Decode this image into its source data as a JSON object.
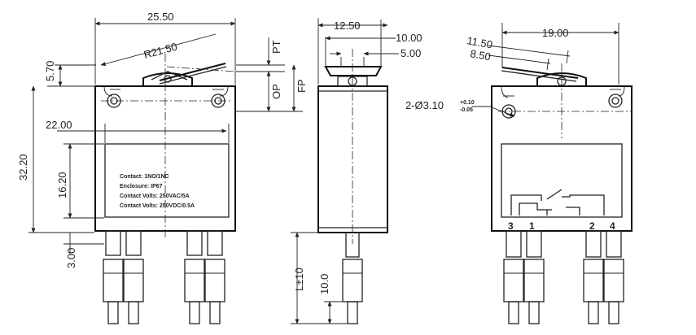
{
  "front_view": {
    "width_dim": "25.50",
    "radius_dim": "R21.50",
    "height_5_70": "5.70",
    "height_32_20": "32.20",
    "width_22_00": "22.00",
    "height_16_20": "16.20",
    "height_3_00": "3.00",
    "label_pt": "PT",
    "label_op": "OP",
    "label_fp": "FP",
    "label_text": [
      "Contact: 1NO/1NC",
      "Enclosure: IP67",
      "Contact Volts: 250VAC/5A",
      "Contact Volts: 250VDC/0.5A"
    ]
  },
  "side_view": {
    "width_dim": "12.50",
    "dim_10_00": "10.00",
    "dim_5_00": "5.00",
    "lead_length": "L±10",
    "lead_strip": "10.0"
  },
  "rear_view": {
    "dim_19_00": "19.00",
    "dim_11_50": "11.50",
    "dim_8_50": "8.50",
    "hole_dim": "2-Ø3.10",
    "hole_tol_plus": "+0.10",
    "hole_tol_minus": "-0.05",
    "pin_labels": [
      "3",
      "1",
      "2",
      "4"
    ]
  }
}
